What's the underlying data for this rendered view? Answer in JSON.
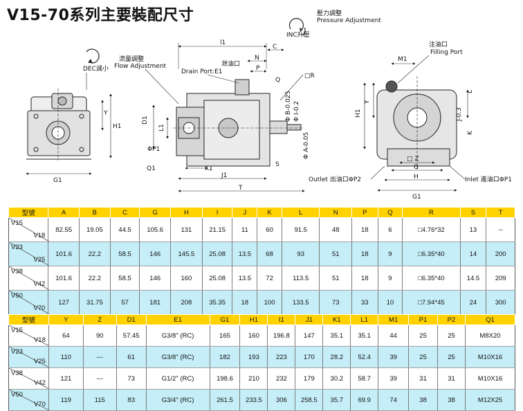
{
  "title": "V15-70系列主要裝配尺寸",
  "labels": {
    "dec": "DEC減小",
    "inc": "INC升壓",
    "flow_zh": "流量調整",
    "flow_en": "Flow Adjustment",
    "pressure_zh": "壓力調整",
    "pressure_en": "Pressure Adjustment",
    "drain_zh": "泄油口",
    "drain_en": "Drain Port:E1",
    "filling_zh": "注油口",
    "filling_en": "Filling Port",
    "outlet": "Outlet 出油口ΦP2",
    "inlet": "Inlet 進油口ΦP1",
    "sq_r": "□R",
    "sq_z": "□ Z",
    "phi_p1": "ΦP1",
    "dims": {
      "l1": "l1",
      "c": "C",
      "n": "N",
      "p": "P",
      "q": "Q",
      "y": "Y",
      "h1": "H1",
      "g1": "G1",
      "d1": "D1",
      "l1b": "L1",
      "q1": "Q1",
      "k1": "K1",
      "j1": "J1",
      "t": "T",
      "s": "S",
      "b": "Φ B-0.025",
      "i": "Φ I-0.2",
      "a": "Φ A-0.05",
      "m1": "M1",
      "j": "J-0.3",
      "k": "K",
      "l": "L",
      "g": "G",
      "h": "H"
    }
  },
  "table1": {
    "headers": [
      "型號",
      "A",
      "B",
      "C",
      "G",
      "H",
      "I",
      "J",
      "K",
      "L",
      "N",
      "P",
      "Q",
      "R",
      "S",
      "T"
    ],
    "rows": [
      {
        "m1": "V15",
        "m2": "V18",
        "cells": [
          "82.55",
          "19.05",
          "44.5",
          "105.6",
          "131",
          "21.15",
          "11",
          "60",
          "91.5",
          "48",
          "18",
          "6",
          "□4.76*32",
          "13",
          "--"
        ]
      },
      {
        "m1": "V23",
        "m2": "V25",
        "cells": [
          "101.6",
          "22.2",
          "58.5",
          "146",
          "145.5",
          "25.08",
          "13.5",
          "68",
          "93",
          "51",
          "18",
          "9",
          "□6.35*40",
          "14",
          "200"
        ]
      },
      {
        "m1": "V38",
        "m2": "V42",
        "cells": [
          "101.6",
          "22.2",
          "58.5",
          "146",
          "160",
          "25.08",
          "13.5",
          "72",
          "113.5",
          "51",
          "18",
          "9",
          "□6.35*40",
          "14.5",
          "209"
        ]
      },
      {
        "m1": "V50",
        "m2": "V70",
        "cells": [
          "127",
          "31.75",
          "57",
          "181",
          "208",
          "35.35",
          "18",
          "100",
          "133.5",
          "73",
          "33",
          "10",
          "□7.94*45",
          "24",
          "300"
        ]
      }
    ]
  },
  "table2": {
    "headers": [
      "型號",
      "Y",
      "Z",
      "D1",
      "E1",
      "G1",
      "H1",
      "I1",
      "J1",
      "K1",
      "L1",
      "M1",
      "P1",
      "P2",
      "Q1"
    ],
    "rows": [
      {
        "m1": "V15",
        "m2": "V18",
        "cells": [
          "64",
          "90",
          "57.45",
          "G3/8\" (RC)",
          "165",
          "160",
          "196.8",
          "147",
          "35.1",
          "35.1",
          "44",
          "25",
          "25",
          "M8X20"
        ]
      },
      {
        "m1": "V23",
        "m2": "V25",
        "cells": [
          "110",
          "---",
          "61",
          "G3/8\" (RC)",
          "182",
          "193",
          "223",
          "170",
          "28.2",
          "52.4",
          "39",
          "25",
          "25",
          "M10X16"
        ]
      },
      {
        "m1": "V38",
        "m2": "V42",
        "cells": [
          "121",
          "---",
          "73",
          "G1/2\" (RC)",
          "198.6",
          "210",
          "232",
          "179",
          "30.2",
          "58.7",
          "39",
          "31",
          "31",
          "M10X16"
        ]
      },
      {
        "m1": "V50",
        "m2": "V70",
        "cells": [
          "119",
          "115",
          "83",
          "G3/4\" (RC)",
          "261.5",
          "233.5",
          "306",
          "258.5",
          "35.7",
          "69.9",
          "74",
          "38",
          "38",
          "M12X25"
        ]
      }
    ]
  }
}
